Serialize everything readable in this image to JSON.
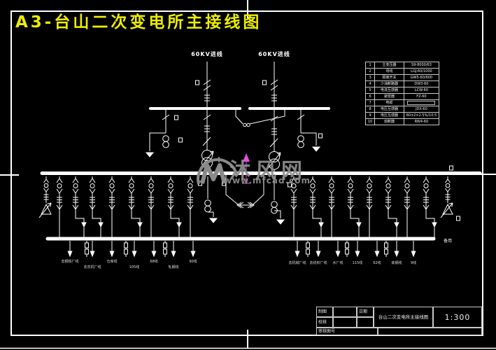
{
  "page_title": "A3-台山二次变电所主接线图",
  "incoming_label": "60KV进线",
  "spare_label": "备用",
  "watermark": {
    "site_name": "沐风网",
    "site_url": "www.mfcad.com"
  },
  "colors": {
    "background": "#000000",
    "line": "#ffffff",
    "title_yellow": "#eded00",
    "watermark_gray": "#8f8f8f",
    "highlight_magenta": "#e24fe2"
  },
  "equipment_table": {
    "rows": [
      {
        "no": "1",
        "name": "主变压器",
        "spec": "S9-8000/63"
      },
      {
        "no": "2",
        "name": "母线",
        "spec": "LGJ-60/1000"
      },
      {
        "no": "3",
        "name": "隔离开关",
        "spec": "GW5-60/600"
      },
      {
        "no": "4",
        "name": "少油断路器",
        "spec": "DW3-60"
      },
      {
        "no": "5",
        "name": "电流互感器",
        "spec": "LCW-60"
      },
      {
        "no": "6",
        "name": "避雷器",
        "spec": "FZ-60"
      },
      {
        "no": "7",
        "name": "电缆",
        "spec": ""
      },
      {
        "no": "8",
        "name": "电压互感器",
        "spec": "JDX-60"
      },
      {
        "no": "9",
        "name": "电压互感器",
        "spec": "60±2×2.5%/10.5"
      },
      {
        "no": "10",
        "name": "熔断器",
        "spec": "RW4-60"
      }
    ]
  },
  "feeder_labels": {
    "left": [
      "去钢铁厂线",
      "去农机厂线",
      "仓库线",
      "105线",
      "68线",
      "轧钢线",
      "90线"
    ],
    "right": [
      "去机械厂线",
      "去纺织厂线",
      "水厂线",
      "115线",
      "62线",
      "炼钢线",
      "9线"
    ]
  },
  "title_block": {
    "draw_label": "制图",
    "check_label": "校核",
    "review_label": "审核图号",
    "date_label": "日期",
    "drawing_title": "台山二次变电所主接线图",
    "scale": "1:300"
  }
}
